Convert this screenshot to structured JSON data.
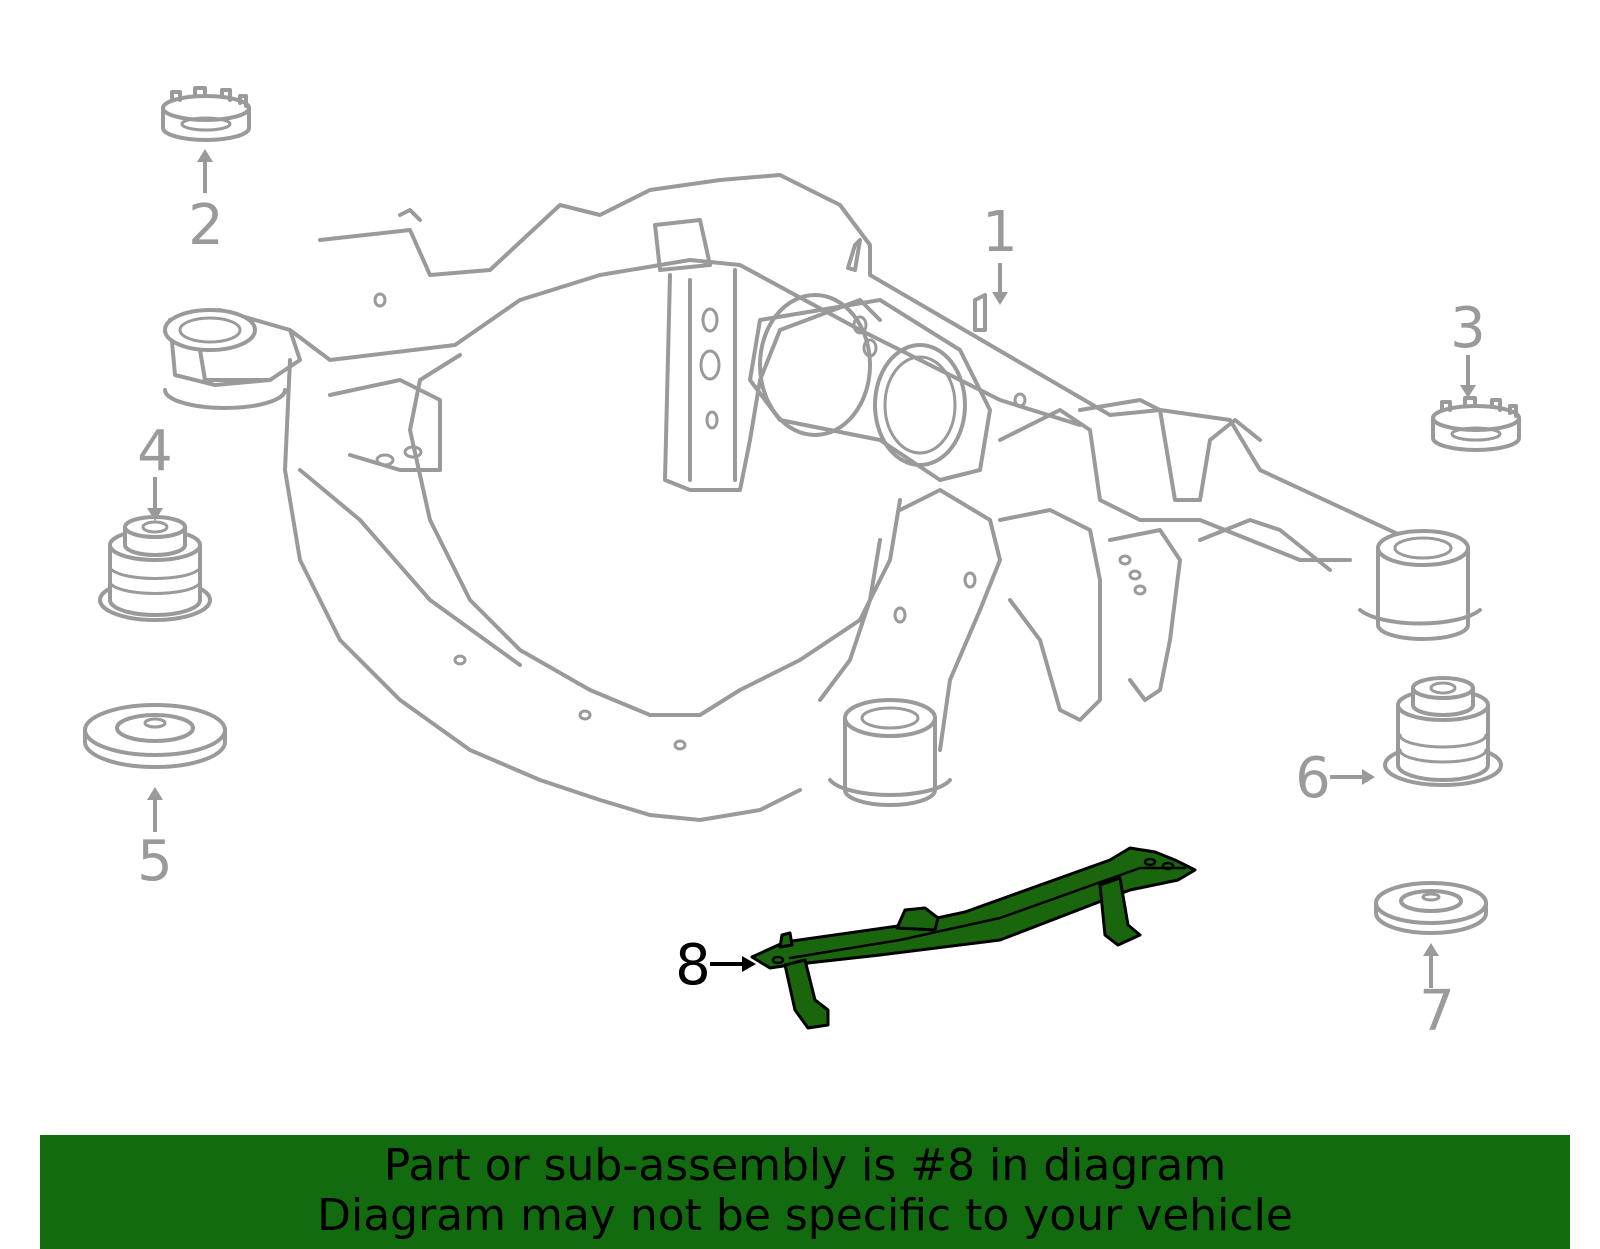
{
  "callouts": [
    {
      "number": "1",
      "highlighted": false
    },
    {
      "number": "2",
      "highlighted": false
    },
    {
      "number": "3",
      "highlighted": false
    },
    {
      "number": "4",
      "highlighted": false
    },
    {
      "number": "5",
      "highlighted": false
    },
    {
      "number": "6",
      "highlighted": false
    },
    {
      "number": "7",
      "highlighted": false
    },
    {
      "number": "8",
      "highlighted": true
    }
  ],
  "banner": {
    "line1": "Part or sub-assembly is #8 in diagram",
    "line2": "Diagram may not be specific to your vehicle",
    "background_color": "#126b0e"
  },
  "colors": {
    "line_art": "#9a9a9a",
    "highlight_part": "#1a660d",
    "highlight_outline": "#000000",
    "background": "#ffffff"
  }
}
